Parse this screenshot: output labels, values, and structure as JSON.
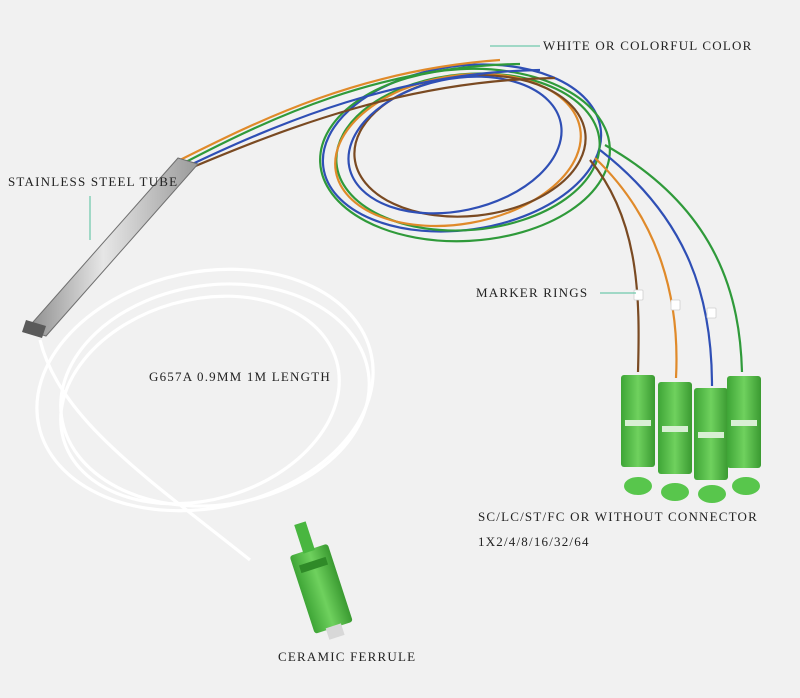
{
  "labels": {
    "white_or_colorful": "WHITE OR COLORFUL COLOR",
    "stainless_steel_tube": "STAINLESS STEEL TUBE",
    "marker_rings": "MARKER RINGS",
    "g657a": "G657A 0.9MM 1M LENGTH",
    "connector_types": "SC/LC/ST/FC OR WITHOUT CONNECTOR",
    "split_ratios": "1X2/4/8/16/32/64",
    "ceramic_ferrule": "CERAMIC FERRULE"
  },
  "colors": {
    "background": "#f1f1f1",
    "connector_green": "#55c24a",
    "leader_line": "#4fbf9a",
    "fiber_white": "#ffffff",
    "fiber_blue": "#2f4fb5",
    "fiber_orange": "#e08a2a",
    "fiber_green": "#2f9a3a",
    "fiber_brown": "#7a4a22"
  }
}
